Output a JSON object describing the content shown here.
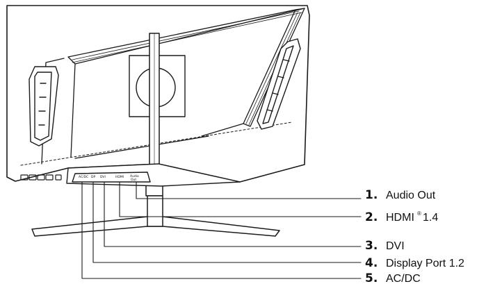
{
  "diagram": {
    "callouts": [
      {
        "num": "1.",
        "label": "Audio Out",
        "sup": ""
      },
      {
        "num": "2.",
        "label": "HDMI",
        "sup": "®",
        "suffix": "1.4"
      },
      {
        "num": "3.",
        "label": "DVI",
        "sup": ""
      },
      {
        "num": "4.",
        "label": "Display Port 1.2",
        "sup": ""
      },
      {
        "num": "5.",
        "label": "AC/DC",
        "sup": ""
      }
    ],
    "ports": {
      "acdc": "AC/DC",
      "dp": "DP",
      "dvi": "DVI",
      "hdmi": "HDMI",
      "audio_line1": "Audio",
      "audio_line2": "Out"
    }
  }
}
